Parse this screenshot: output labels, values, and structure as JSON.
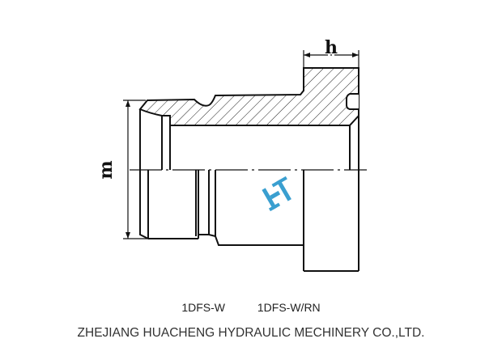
{
  "drawing": {
    "dimension_h": "h",
    "dimension_m": "m",
    "line_color": "#111111",
    "logo_color": "#3a9fd0"
  },
  "caption": {
    "models": [
      "1DFS-W",
      "1DFS-W/RN"
    ],
    "company": "ZHEJIANG HUACHENG HYDRAULIC MECHINERY CO.,LTD."
  }
}
